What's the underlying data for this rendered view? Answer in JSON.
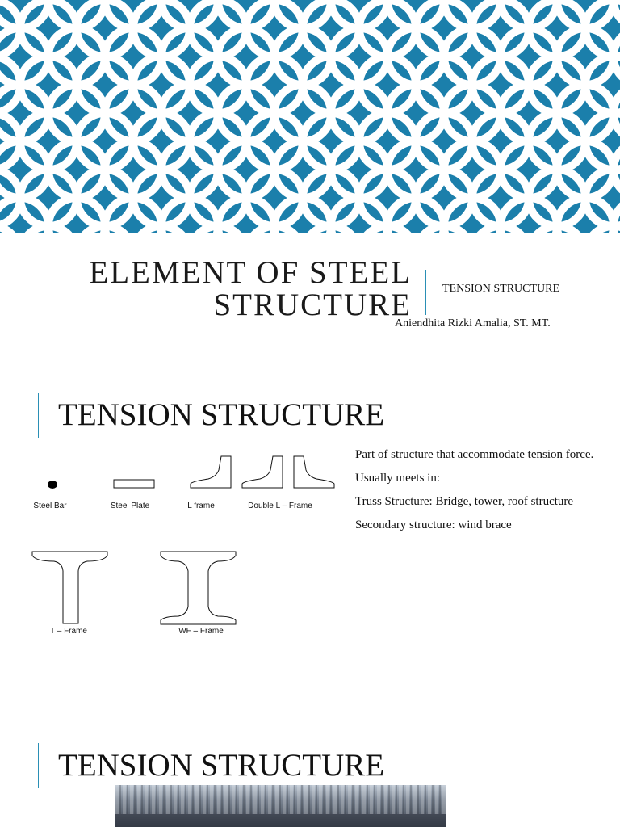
{
  "banner": {
    "background_color": "#1b7fab",
    "pattern_color": "#ffffff"
  },
  "title_slide": {
    "title_line1": "Element of Steel",
    "title_line2": "Structure",
    "subtitle": "TENSION STRUCTURE",
    "author": "Aniendhita Rizki Amalia, ST. MT."
  },
  "slide2": {
    "heading": "TENSION STRUCTURE",
    "diagram_labels": {
      "steel_bar": "Steel Bar",
      "steel_plate": "Steel Plate",
      "l_frame": "L frame",
      "double_l_frame": "Double L – Frame",
      "t_frame": "T – Frame",
      "wf_frame": "WF – Frame"
    },
    "bullets": [
      "Part of structure that accommodate tension force.",
      "Usually meets in:",
      "Truss Structure: Bridge, tower, roof structure",
      "Secondary structure: wind brace"
    ]
  },
  "slide3": {
    "heading": "TENSION STRUCTURE"
  },
  "accent_color": "#2a8fb5"
}
